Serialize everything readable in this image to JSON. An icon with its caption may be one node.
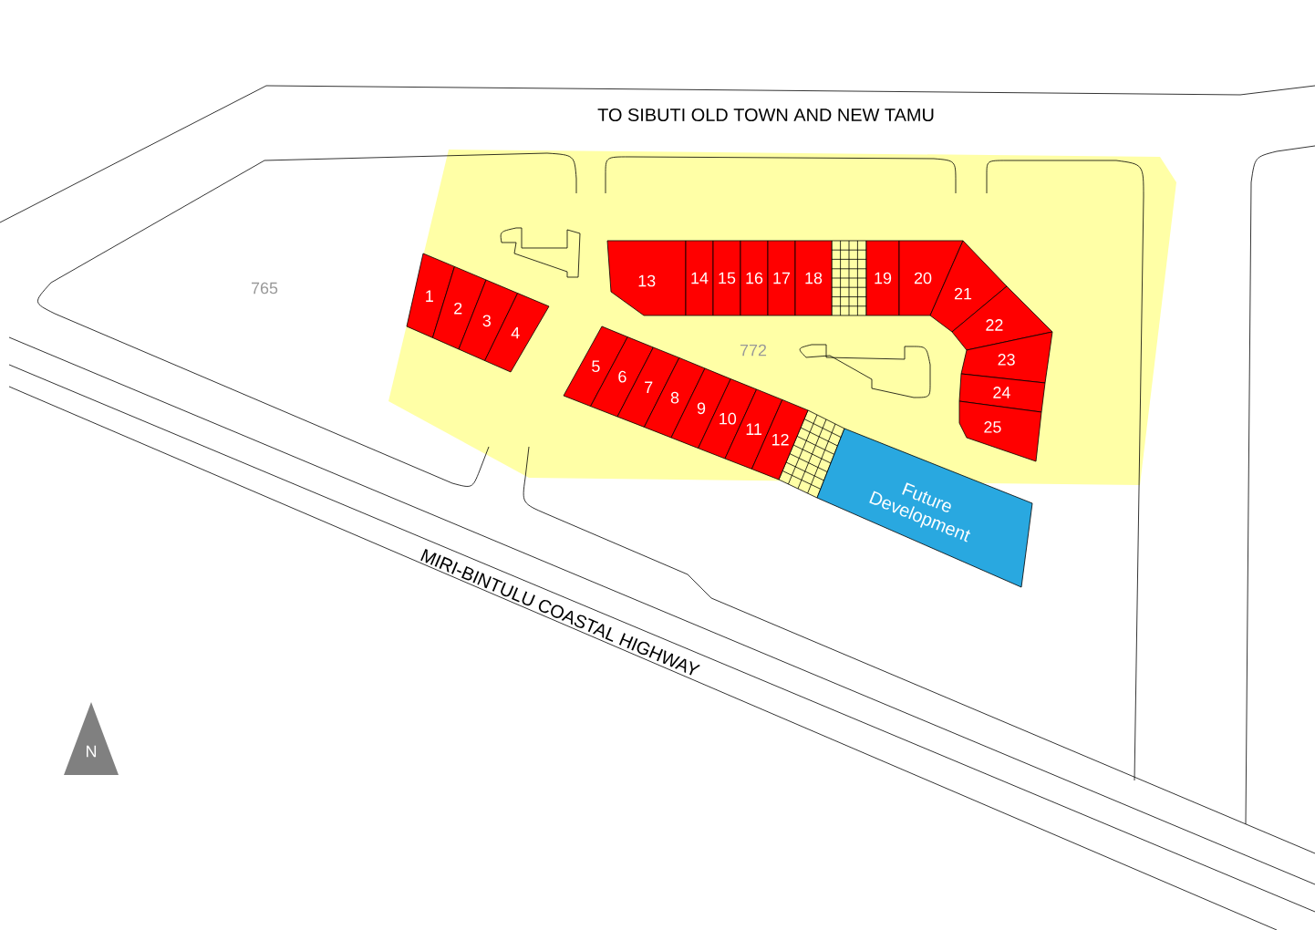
{
  "diagram": {
    "nodes": [
      {
        "text": [
          "1"
        ]
      },
      {
        "text": [
          "2"
        ]
      },
      {
        "text": [
          "3"
        ]
      },
      {
        "text": [
          "4"
        ]
      },
      {
        "text": [
          "5"
        ]
      },
      {
        "text": [
          "6"
        ]
      },
      {
        "text": [
          "7"
        ]
      },
      {
        "text": [
          "8"
        ]
      },
      {
        "text": [
          "9"
        ]
      },
      {
        "text": [
          "10"
        ]
      },
      {
        "text": [
          "11"
        ]
      },
      {
        "text": [
          "12"
        ]
      },
      {
        "text": [
          "13"
        ]
      },
      {
        "text": [
          "14"
        ]
      },
      {
        "text": [
          "15"
        ]
      },
      {
        "text": [
          "16"
        ]
      },
      {
        "text": [
          "17"
        ]
      },
      {
        "text": [
          "18"
        ]
      },
      {
        "text": [
          "19"
        ]
      },
      {
        "text": [
          "20"
        ]
      },
      {
        "text": [
          "21"
        ]
      },
      {
        "text": [
          "22"
        ]
      },
      {
        "text": [
          "23"
        ]
      },
      {
        "text": [
          "24"
        ]
      },
      {
        "text": [
          "25"
        ]
      },
      {
        "text": [
          "Future Development"
        ]
      },
      {
        "text": [
          "N"
        ]
      },
      {
        "text": [],
        "shape": "island"
      },
      {
        "text": [],
        "shape": "island"
      }
    ],
    "labels": [
      "TO SIBUTI OLD TOWN AND NEW TAMU",
      "765",
      "772",
      "MIRI-BINTULU COASTAL HIGHWAY"
    ]
  }
}
